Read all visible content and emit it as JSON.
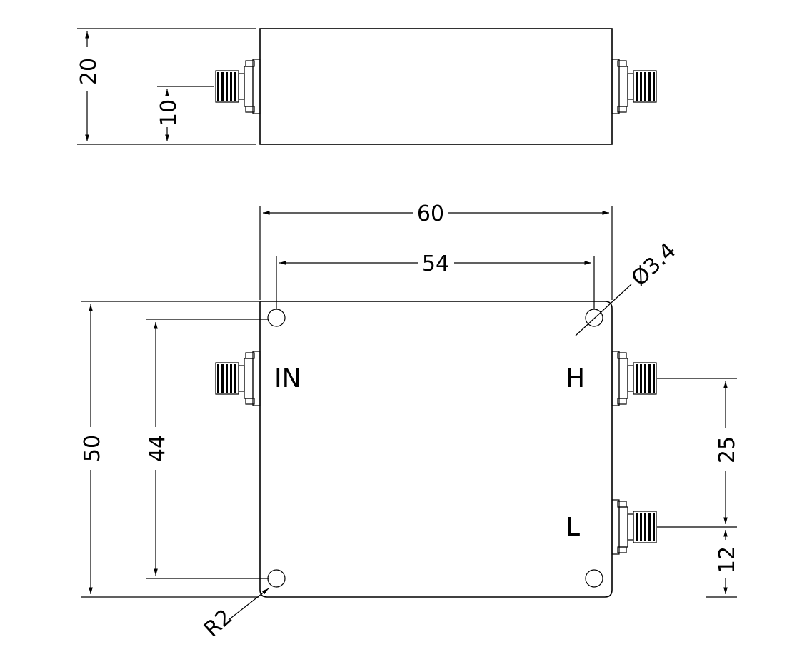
{
  "side_view": {
    "height": "20",
    "connector_offset": "10"
  },
  "top_view": {
    "width": "60",
    "hole_spacing_x": "54",
    "hole_diameter": "Ø3.4",
    "height": "50",
    "hole_spacing_y": "44",
    "corner_radius": "R2",
    "port_spacing": "25",
    "port_l_offset": "12"
  },
  "ports": {
    "input": "IN",
    "high": "H",
    "low": "L"
  }
}
